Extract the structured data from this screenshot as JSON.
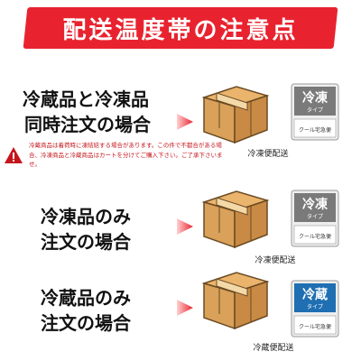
{
  "title": "配送温度帯の注意点",
  "sections": [
    {
      "lines": [
        "冷蔵品と冷凍品",
        "同時注文の場合"
      ],
      "badge": {
        "main": "冷凍",
        "sub": "タイプ",
        "variant": "frozen"
      },
      "caption": "冷凍便配送"
    },
    {
      "lines": [
        "冷凍品のみ",
        "注文の場合"
      ],
      "badge": {
        "main": "冷凍",
        "sub": "タイプ",
        "variant": "frozen"
      },
      "caption": "冷凍便配送"
    },
    {
      "lines": [
        "冷蔵品のみ",
        "注文の場合"
      ],
      "badge": {
        "main": "冷蔵",
        "sub": "タイプ",
        "variant": "chilled"
      },
      "caption": "冷蔵便配送"
    }
  ],
  "badge_footer": "クール宅急便",
  "notice": {
    "text": "冷蔵商品は着荷時に凍結結する場合があります。この件で不都合がある場合、冷凍商品と冷蔵商品はカートを分けてご購入下さい。ご了承下さいませ。"
  },
  "colors": {
    "accent": "#e8232f",
    "frozen": "#7a7a7a",
    "chilled": "#1f6fb2",
    "box": "#d9a15a"
  }
}
